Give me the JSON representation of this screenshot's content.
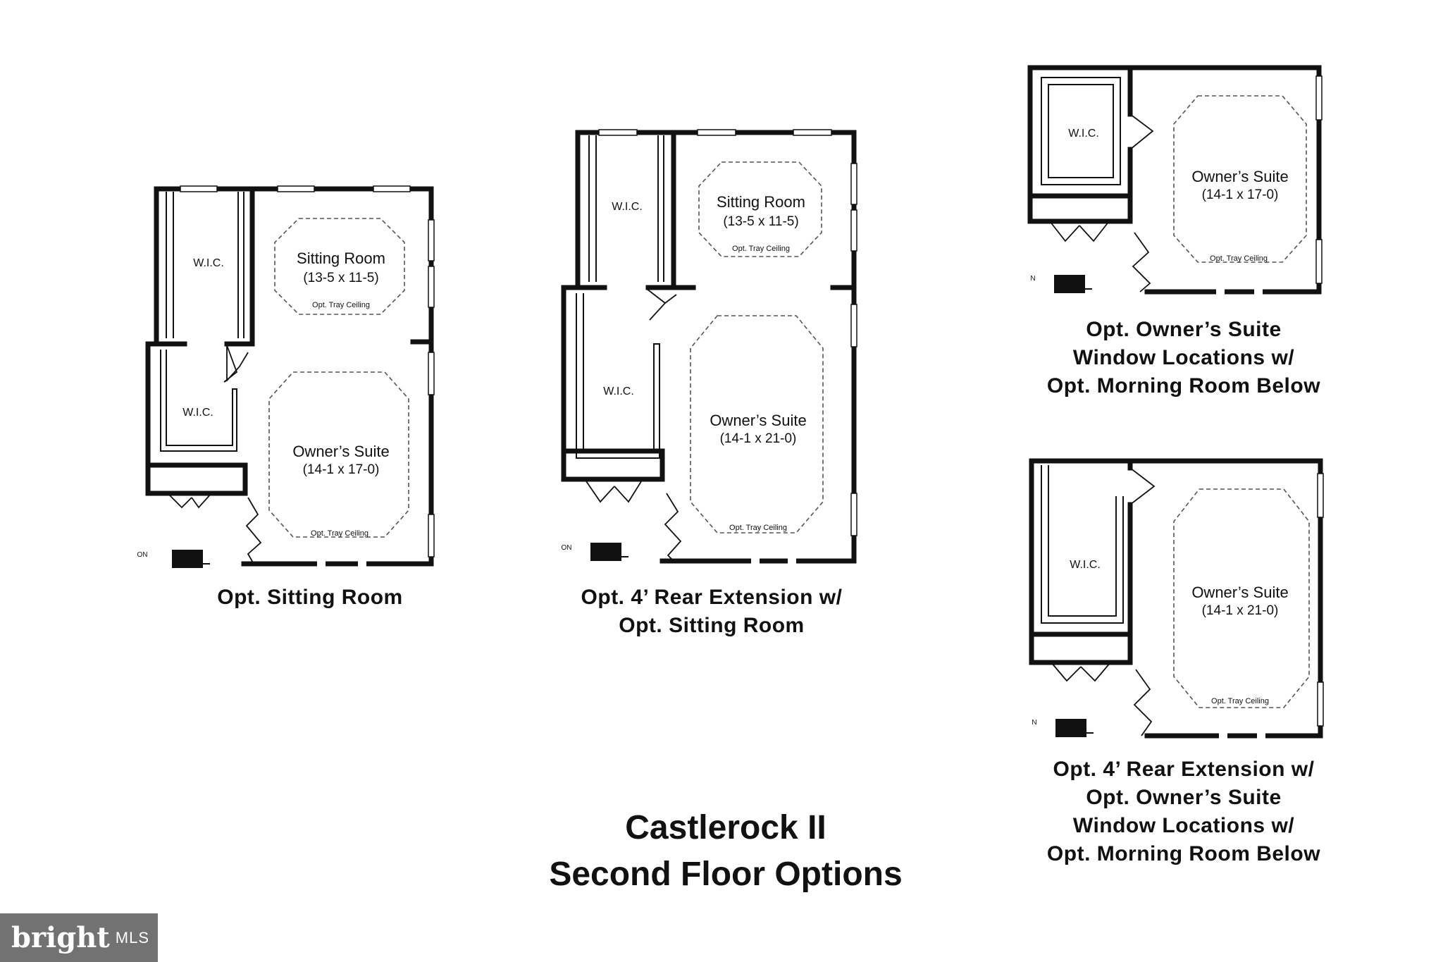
{
  "title": {
    "line1": "Castlerock II",
    "line2": "Second Floor Options"
  },
  "plans": [
    {
      "caption_lines": [
        "Opt. Sitting Room"
      ],
      "rooms": {
        "wic_upper": "W.I.C.",
        "wic_lower": "W.I.C.",
        "sitting_name": "Sitting Room",
        "sitting_dim": "(13-5 x 11-5)",
        "sitting_tray": "Opt. Tray Ceiling",
        "suite_name": "Owner’s Suite",
        "suite_dim": "(14-1 x 17-0)",
        "suite_tray": "Opt. Tray Ceiling",
        "edge_mark": "ON"
      }
    },
    {
      "caption_lines": [
        "Opt. 4’ Rear Extension w/",
        "Opt. Sitting Room"
      ],
      "rooms": {
        "wic_upper": "W.I.C.",
        "wic_lower": "W.I.C.",
        "sitting_name": "Sitting Room",
        "sitting_dim": "(13-5 x 11-5)",
        "sitting_tray": "Opt. Tray Ceiling",
        "suite_name": "Owner’s Suite",
        "suite_dim": "(14-1 x 21-0)",
        "suite_tray": "Opt. Tray Ceiling",
        "edge_mark": "ON"
      }
    },
    {
      "caption_lines": [
        "Opt. Owner’s Suite",
        "Window Locations w/",
        "Opt. Morning Room Below"
      ],
      "rooms": {
        "wic": "W.I.C.",
        "suite_name": "Owner’s Suite",
        "suite_dim": "(14-1 x 17-0)",
        "suite_tray": "Opt. Tray Ceiling",
        "edge_mark": "N"
      }
    },
    {
      "caption_lines": [
        "Opt. 4’ Rear Extension w/",
        "Opt. Owner’s Suite",
        "Window Locations w/",
        "Opt. Morning Room Below"
      ],
      "rooms": {
        "wic": "W.I.C.",
        "suite_name": "Owner’s Suite",
        "suite_dim": "(14-1 x 21-0)",
        "suite_tray": "Opt. Tray Ceiling",
        "edge_mark": "N"
      }
    }
  ],
  "watermark": {
    "brand": "bright",
    "suffix": "MLS"
  },
  "colors": {
    "wall": "#111111",
    "tray_dash": "#555555",
    "window": "#bdbdbd"
  }
}
